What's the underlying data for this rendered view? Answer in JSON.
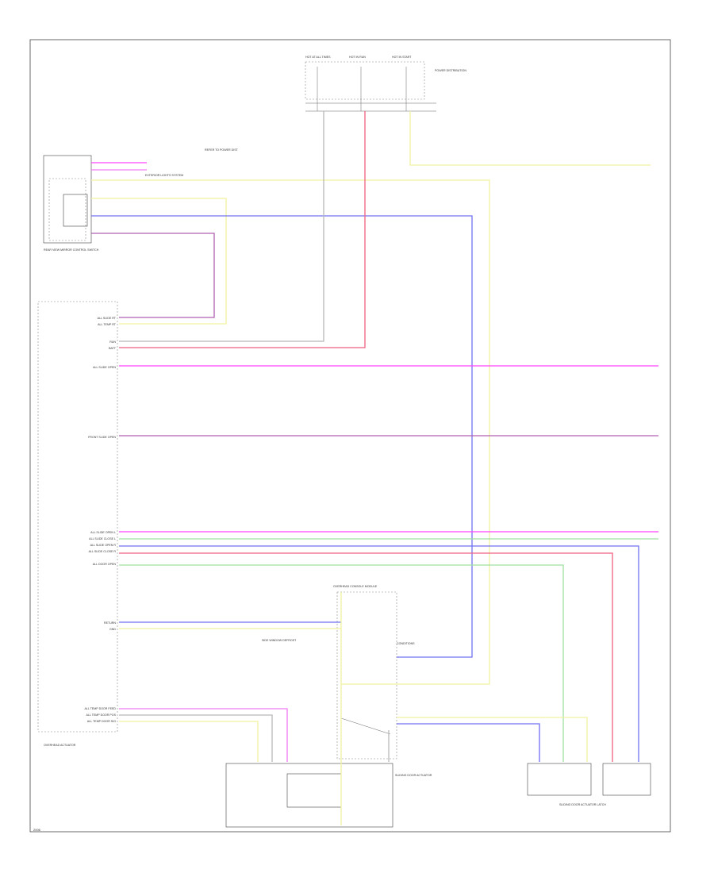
{
  "colors": {
    "yellow": "#f2f2a0",
    "pink": "#f07af0",
    "magenta": "#ff44ff",
    "blue": "#7070f0",
    "violet": "#b060b0",
    "red": "#f06080",
    "green": "#a0e0a0",
    "gray": "#b8b8b8",
    "frame": "#444444"
  },
  "labels": {
    "fuse_left": "HOT AT ALL TIMES",
    "fuse_mid": "HOT IN RUN",
    "fuse_right": "HOT IN START",
    "fuse_note": "POWER DISTRIBUTION",
    "mirror_switch": "REAR VIEW MIRROR CONTROL SWITCH",
    "mirror_ref": "REFER TO POWER DIST",
    "mirror_note": "EXTERIOR LIGHTS SYSTEM",
    "pin_s1": "ALL SLIDE RT",
    "pin_s2": "ALL TEMP RT",
    "pin_s3": "RUN",
    "pin_s4": "BATT",
    "pin_s5": "ALL SLIDE OPEN",
    "pin_s6": "FRONT SLIDE OPEN",
    "pin_g1": "ALL SLIDE OPEN L",
    "pin_g2": "ALL SLIDE CLOSE L",
    "pin_g3": "ALL SLIDE OPEN R",
    "pin_g4": "ALL SLIDE CLOSE R",
    "pin_g5": "ALL DOOR OPEN",
    "pin_g6": "RETURN",
    "pin_g7": "GND",
    "pin_b1": "ALL TEMP DOOR FEED",
    "pin_b2": "ALL TEMP DOOR POS",
    "pin_b3": "ALL TEMP DOOR SIG",
    "module_name": "OVERHEAD CONSOLE MODULE",
    "module_side": "SIDE WINDOW DEFROST",
    "actuator_top": "OVERHEAD ACTUATOR",
    "actuator_note": "SLIDING DOOR ACTUATOR",
    "actuator_right": "SLIDING DOOR ACTUATOR LATCH",
    "cond_text": "CONDITIONS",
    "page_number": "2006"
  }
}
